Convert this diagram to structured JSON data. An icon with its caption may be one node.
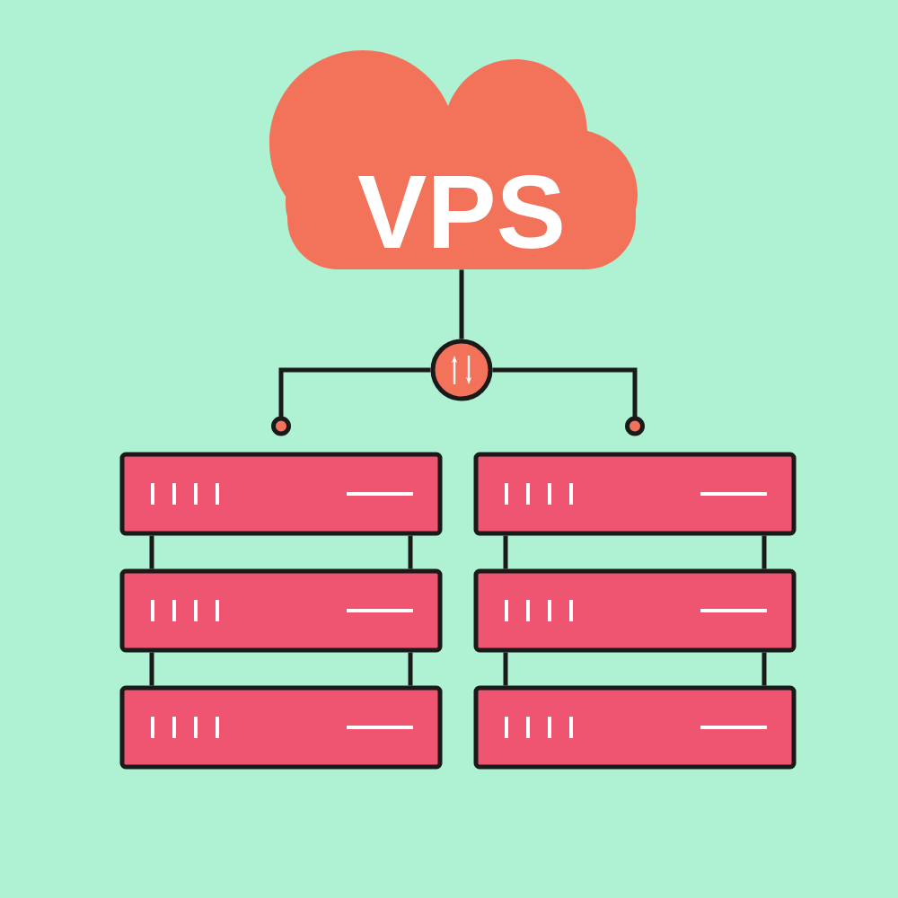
{
  "diagram": {
    "nodes": [
      {
        "text": [
          "VPS"
        ]
      },
      {
        "text": [],
        "shape": "circle"
      },
      {
        "text": [],
        "shape": "box"
      },
      {
        "text": [],
        "shape": "box"
      },
      {
        "text": [],
        "shape": "box"
      },
      {
        "text": [],
        "shape": "box"
      },
      {
        "text": [],
        "shape": "box"
      },
      {
        "text": [],
        "shape": "box"
      }
    ],
    "edges": [
      {
        "from": 0,
        "to": 1,
        "arrow": "none"
      },
      {
        "from": 1,
        "to": 2,
        "arrow": "other"
      },
      {
        "from": 1,
        "to": 5,
        "arrow": "other"
      },
      {
        "from": 2,
        "to": 3,
        "arrow": "none"
      },
      {
        "from": 3,
        "to": 4,
        "arrow": "none"
      },
      {
        "from": 5,
        "to": 6,
        "arrow": "none"
      },
      {
        "from": 6,
        "to": 7,
        "arrow": "none"
      }
    ]
  }
}
